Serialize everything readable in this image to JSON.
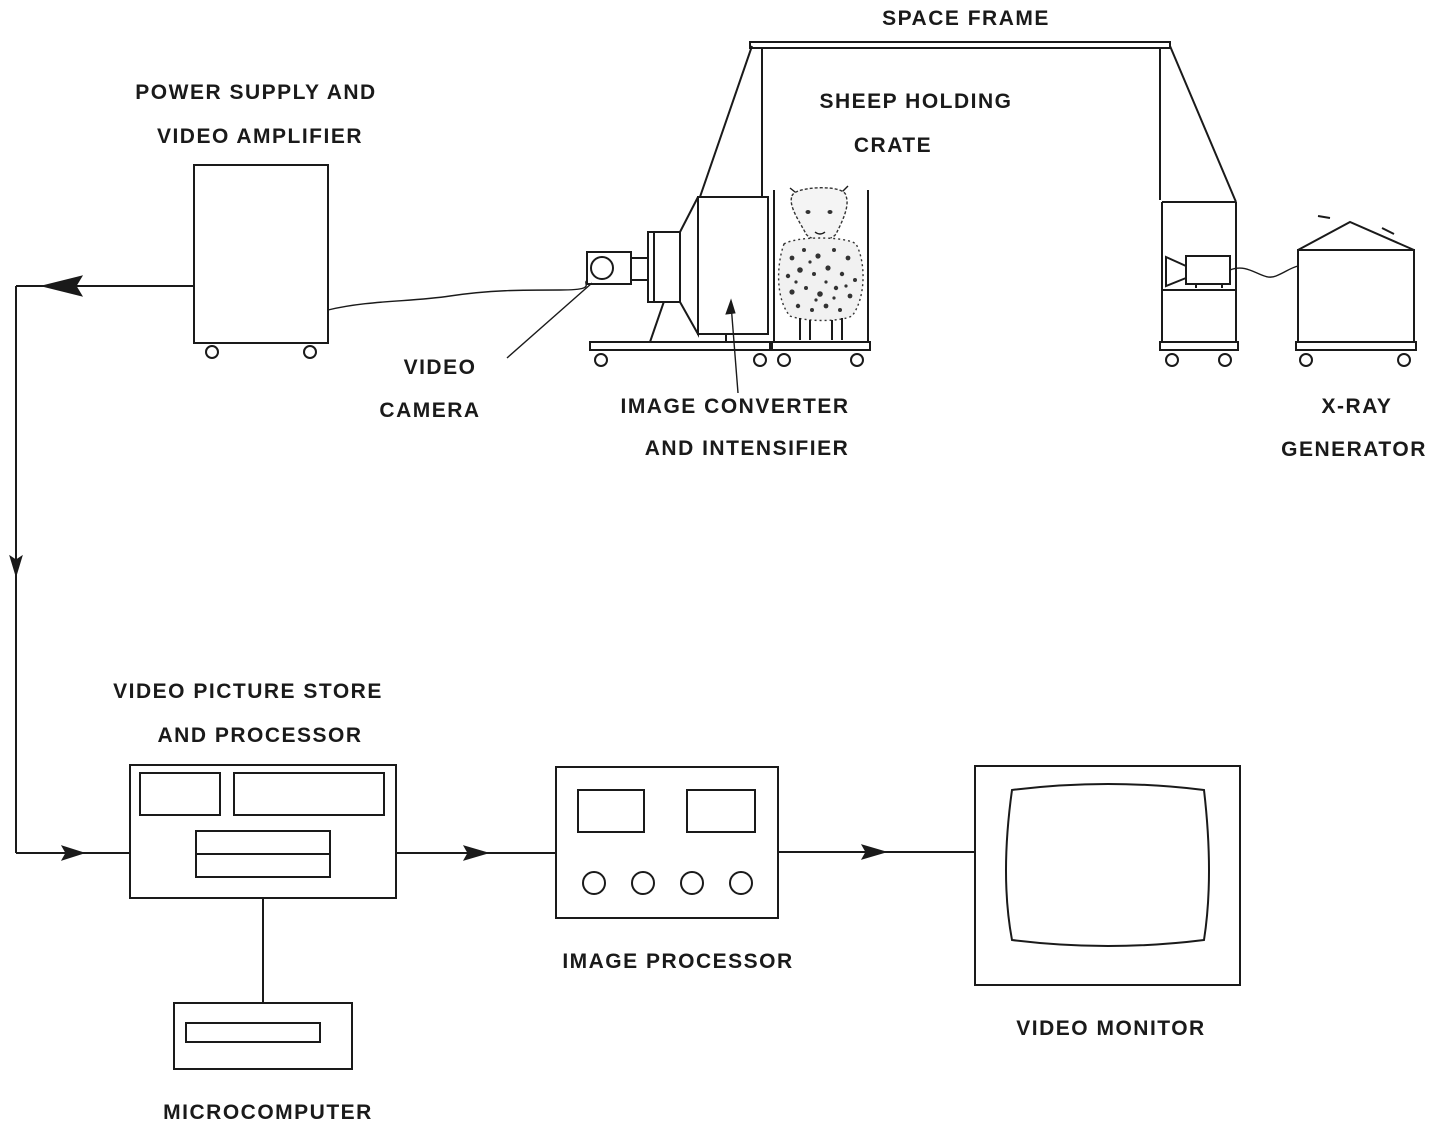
{
  "labels": {
    "space_frame": "SPACE FRAME",
    "power_supply_1": "POWER SUPPLY AND",
    "power_supply_2": "VIDEO AMPLIFIER",
    "sheep_crate_1": "SHEEP HOLDING",
    "sheep_crate_2": "CRATE",
    "video_camera_1": "VIDEO",
    "video_camera_2": "CAMERA",
    "image_converter_1": "IMAGE CONVERTER",
    "image_converter_2": "AND INTENSIFIER",
    "xray_1": "X-RAY",
    "xray_2": "GENERATOR",
    "picture_store_1": "VIDEO PICTURE STORE",
    "picture_store_2": "AND PROCESSOR",
    "image_processor": "IMAGE PROCESSOR",
    "video_monitor": "VIDEO MONITOR",
    "microcomputer": "MICROCOMPUTER"
  },
  "colors": {
    "ink": "#1a1a1a",
    "paper": "#ffffff"
  }
}
